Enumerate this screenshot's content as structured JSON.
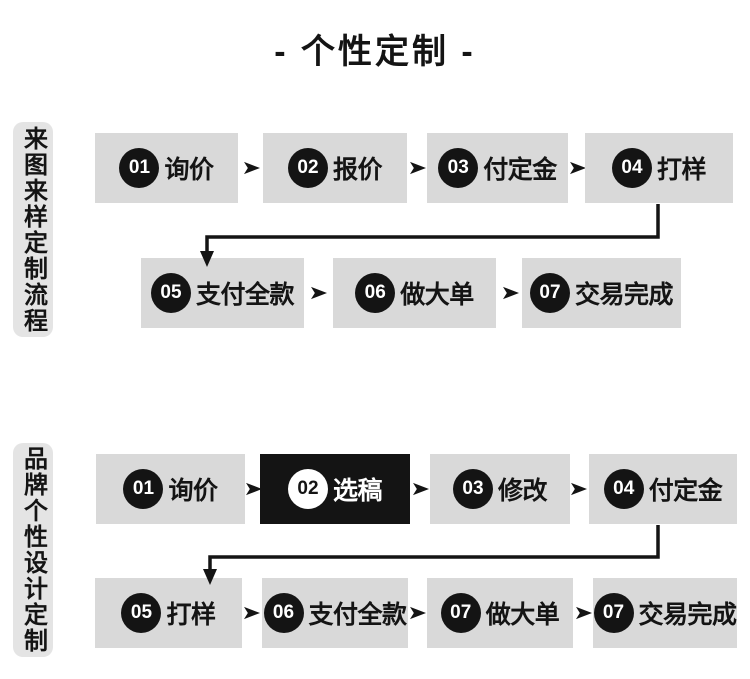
{
  "title": "- 个性定制 -",
  "colors": {
    "page_bg": "#ffffff",
    "box_bg": "#d9d9d9",
    "label_bg": "#e4e4e4",
    "ink": "#141414",
    "paper": "#ffffff"
  },
  "flow1": {
    "label": "来图来样定制流程",
    "row1": [
      {
        "num": "01",
        "text": "询价"
      },
      {
        "num": "02",
        "text": "报价"
      },
      {
        "num": "03",
        "text": "付定金"
      },
      {
        "num": "04",
        "text": "打样"
      }
    ],
    "row2": [
      {
        "num": "05",
        "text": "支付全款"
      },
      {
        "num": "06",
        "text": "做大单"
      },
      {
        "num": "07",
        "text": "交易完成"
      }
    ]
  },
  "flow2": {
    "label": "品牌个性设计定制",
    "row1": [
      {
        "num": "01",
        "text": "询价"
      },
      {
        "num": "02",
        "text": "选稿",
        "highlighted": true
      },
      {
        "num": "03",
        "text": "修改"
      },
      {
        "num": "04",
        "text": "付定金"
      }
    ],
    "row2": [
      {
        "num": "05",
        "text": "打样"
      },
      {
        "num": "06",
        "text": "支付全款"
      },
      {
        "num": "07",
        "text": "做大单"
      },
      {
        "num": "07",
        "text": "交易完成"
      }
    ]
  }
}
